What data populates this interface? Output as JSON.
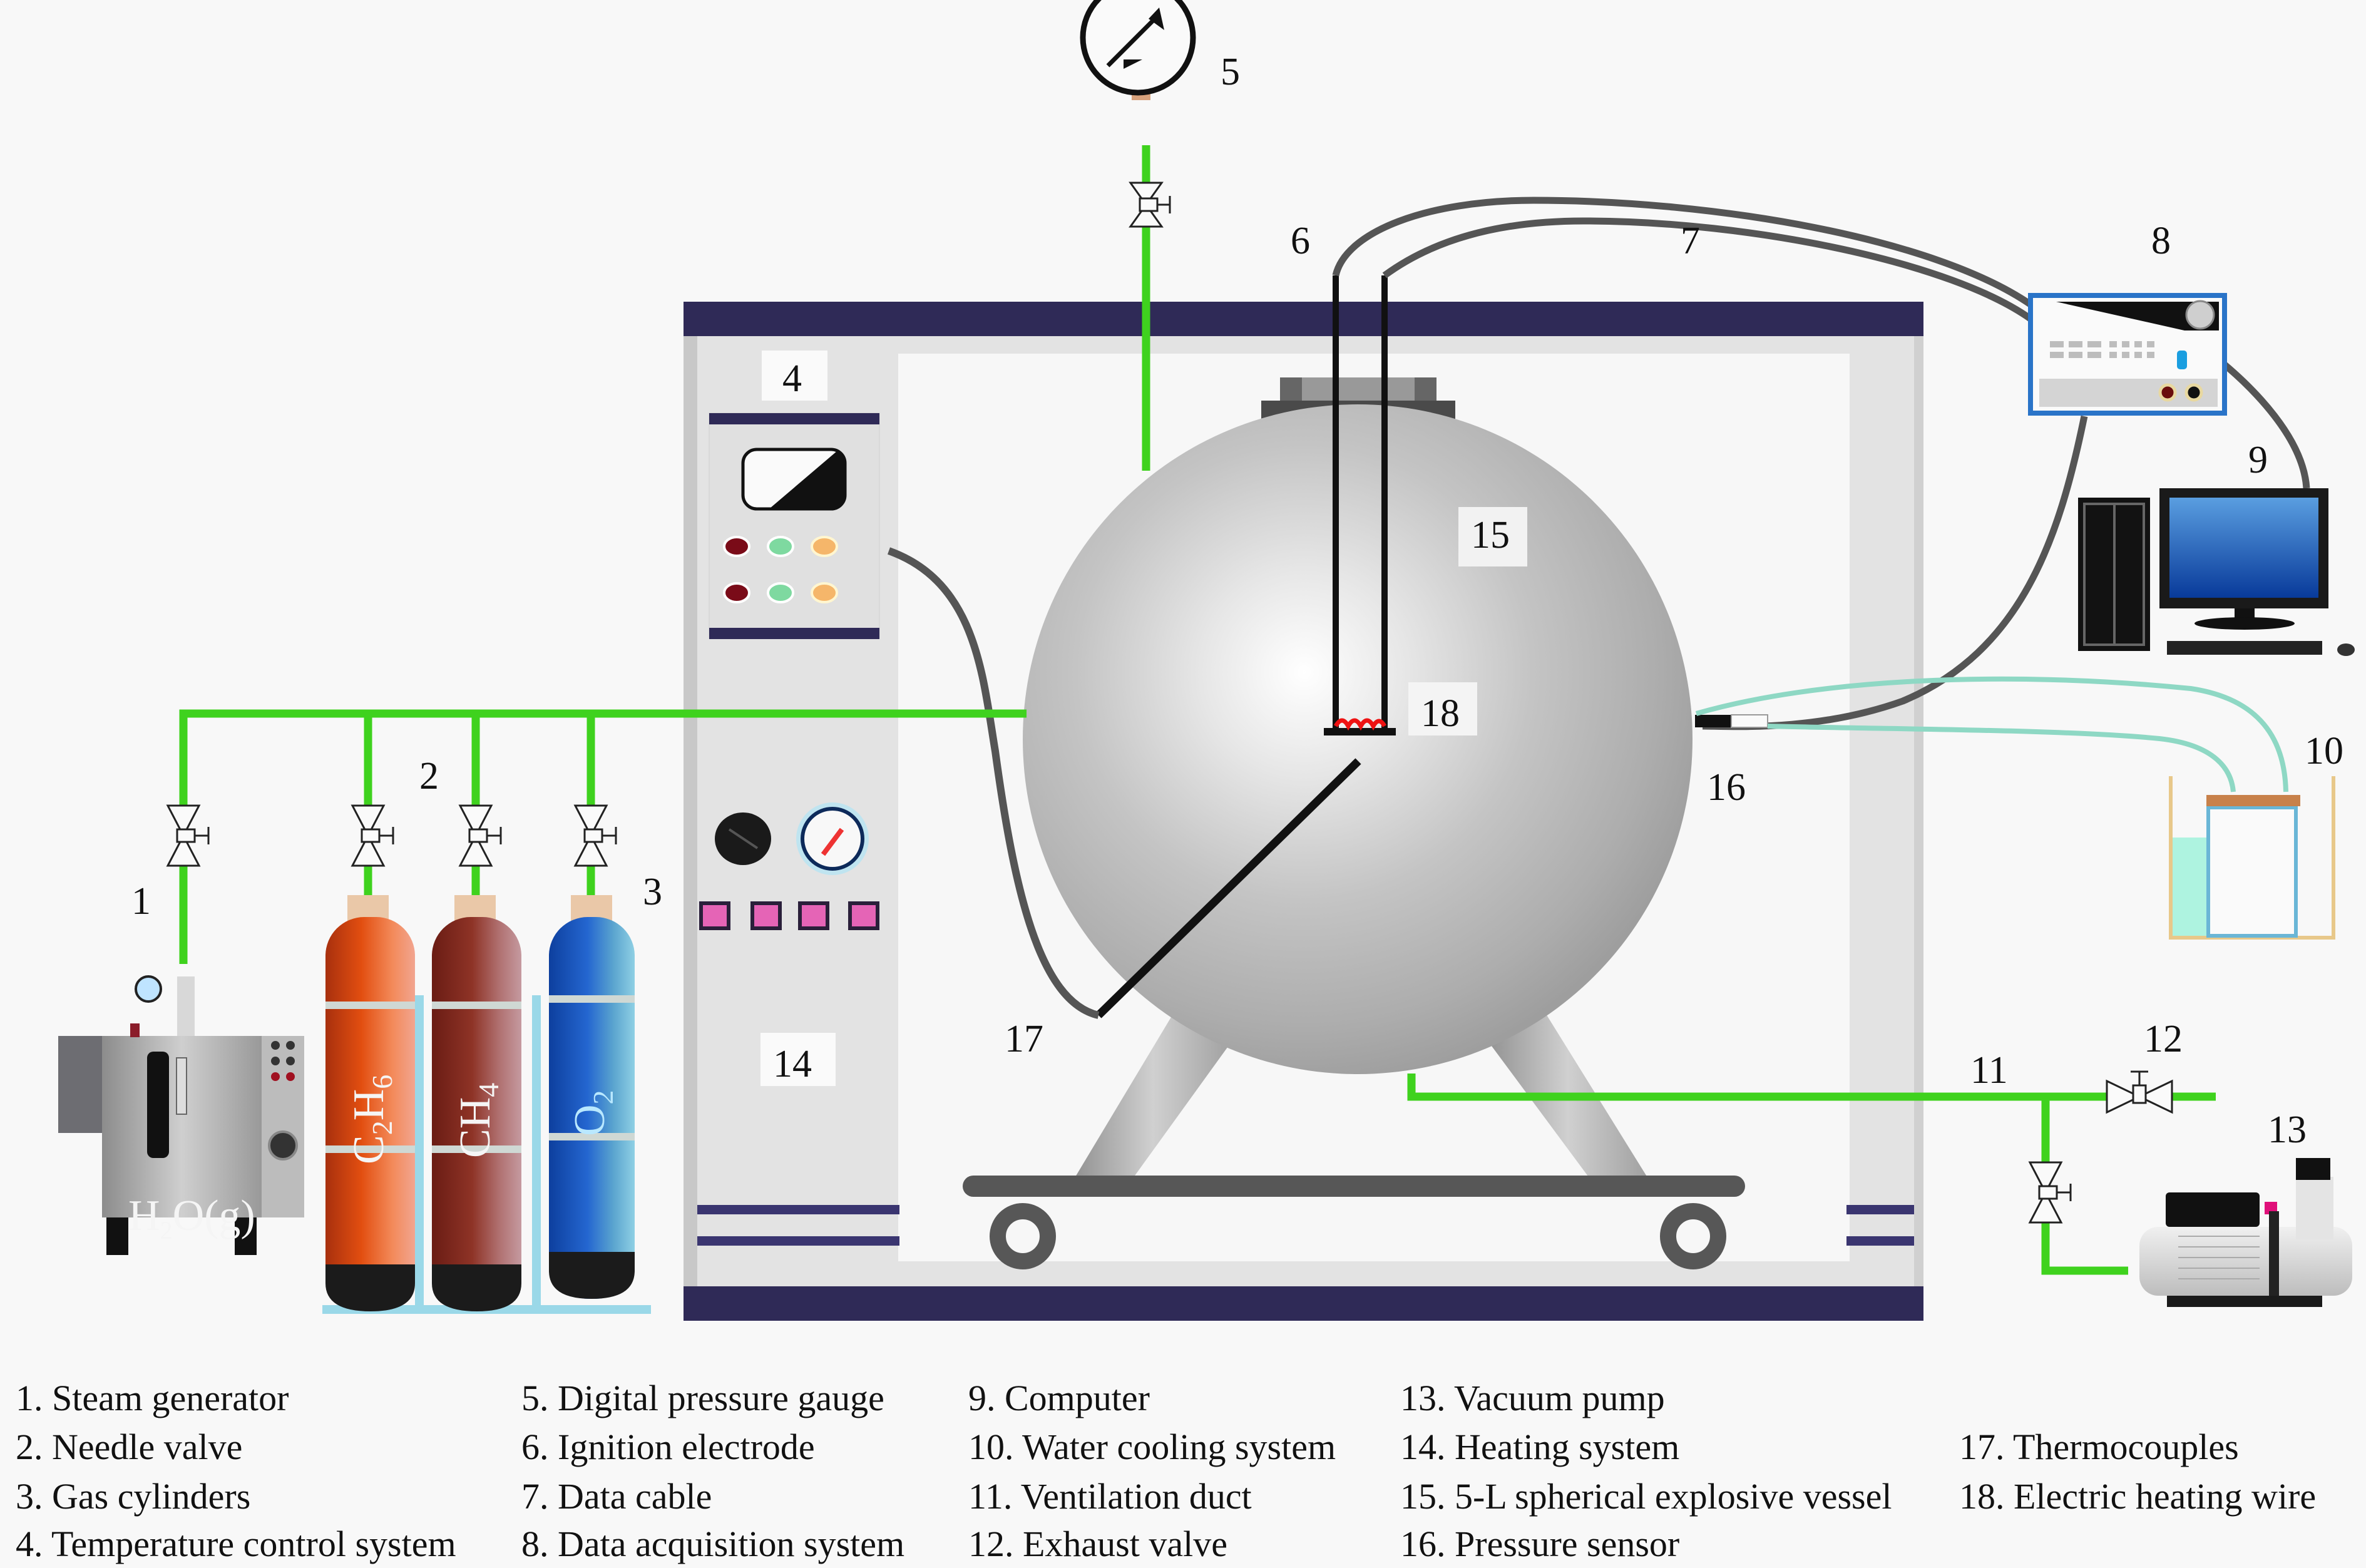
{
  "figure": {
    "title": "Experimental setup for steam / gas explosion tests in a 5-L spherical vessel",
    "colors": {
      "gas_line": "#3fd21e",
      "frame_band": "#2f2a57",
      "frame_panel": "#e3e3e3",
      "vessel": "#a9a9a9",
      "cable": "#555555",
      "cooling_line": "#8ed8c4",
      "ethane_cylinder": "#e0521c",
      "methane_cylinder": "#8a2f28",
      "oxygen_cylinder": "#2266cc",
      "monitor_screen": "#2f6fd0"
    },
    "callouts": {
      "c1": "1",
      "c2": "2",
      "c3": "3",
      "c4": "4",
      "c5": "5",
      "c6": "6",
      "c7": "7",
      "c8": "8",
      "c9": "9",
      "c10": "10",
      "c11": "11",
      "c12": "12",
      "c13": "13",
      "c14": "14",
      "c15": "15",
      "c16": "16",
      "c17": "17",
      "c18": "18"
    },
    "cylinder_labels": {
      "ethane": {
        "base": "C",
        "sub1": "2",
        "mid": "H",
        "sub2": "6"
      },
      "methane": {
        "base": "CH",
        "sub": "4"
      },
      "oxygen": {
        "base": "O",
        "sub": "2"
      }
    },
    "steam_label": {
      "pre": "H",
      "sub": "2",
      "post": "O(g)"
    }
  },
  "legend": {
    "items": [
      "1. Steam generator",
      "2. Needle valve",
      "3. Gas cylinders",
      "4. Temperature control system",
      "5. Digital pressure gauge",
      "6. Ignition electrode",
      "7. Data cable",
      "8. Data acquisition system",
      "9. Computer",
      "10. Water cooling system",
      "11. Ventilation duct",
      "12. Exhaust valve",
      "13. Vacuum pump",
      "14. Heating system",
      "15. 5-L spherical explosive vessel",
      "16. Pressure sensor",
      "17. Thermocouples",
      "18. Electric heating wire"
    ]
  }
}
